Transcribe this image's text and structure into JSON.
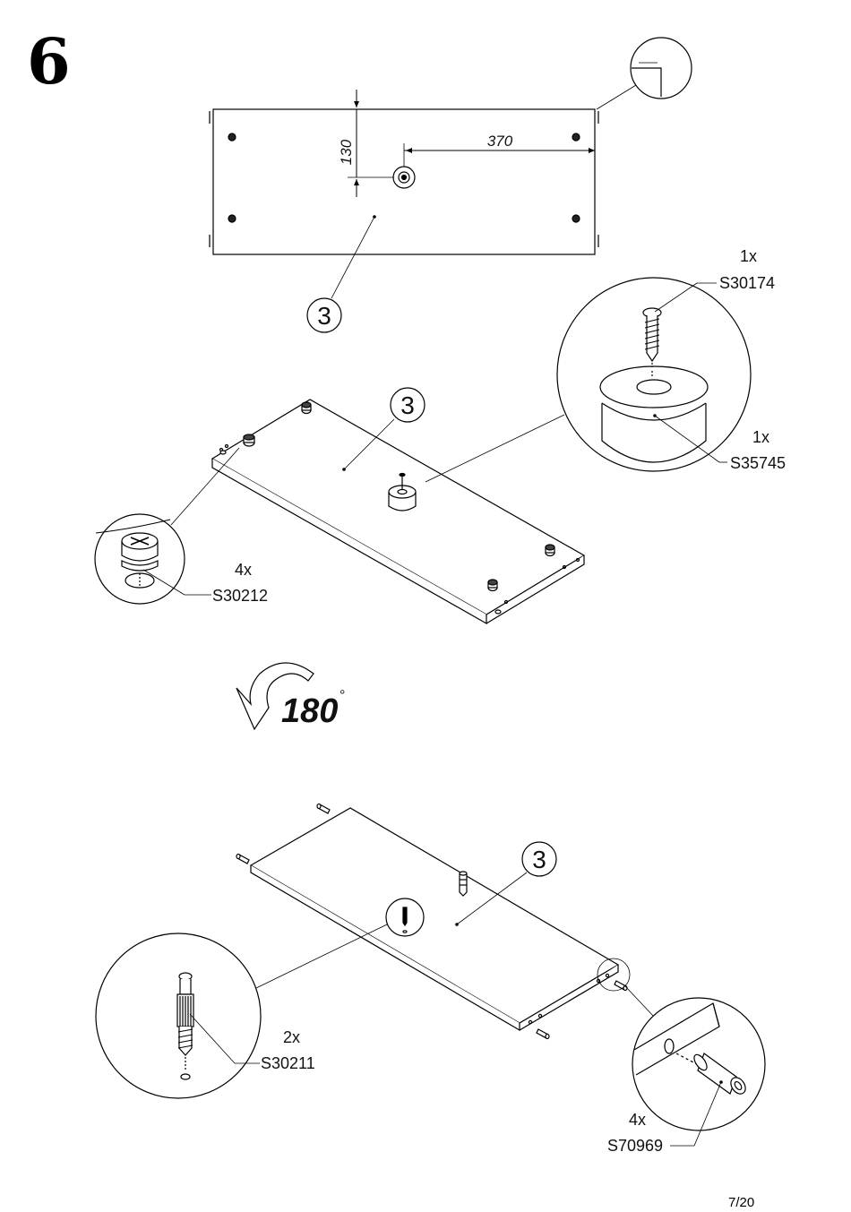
{
  "step": "6",
  "page": "7/20",
  "top_view": {
    "dim_vertical": "130",
    "dim_horizontal": "370",
    "part_number": "3"
  },
  "middle_view": {
    "part_number": "3",
    "screw_qty": "1x",
    "screw_code": "S30174",
    "foot_qty": "1x",
    "foot_code": "S35745",
    "cam_qty": "4x",
    "cam_code": "S30212"
  },
  "rotation": {
    "angle": "180",
    "degree_symbol": "°"
  },
  "bottom_view": {
    "part_number": "3",
    "bolt_qty": "2x",
    "bolt_code": "S30211",
    "dowel_qty": "4x",
    "dowel_code": "S70969"
  },
  "icons": [
    "screw-icon",
    "foot-icon",
    "cam-lock-icon",
    "cam-bolt-icon",
    "wooden-dowel-icon",
    "rotate-arrow-icon"
  ]
}
